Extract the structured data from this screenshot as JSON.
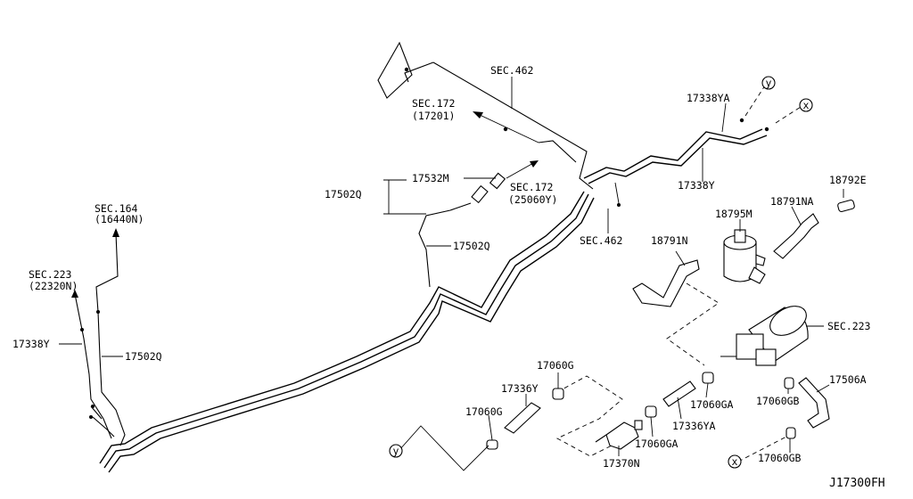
{
  "diagram_code": "J17300FH",
  "callouts": {
    "sec462_top": "SEC.462",
    "sec172_a": "SEC.172",
    "sec172_a_sub": "(17201)",
    "sec172_b": "SEC.172",
    "sec172_b_sub": "(25060Y)",
    "sec462_mid": "SEC.462",
    "sec164": "SEC.164",
    "sec164_sub": "(16440N)",
    "sec223_left": "SEC.223",
    "sec223_left_sub": "(22320N)",
    "sec223_right": "SEC.223"
  },
  "part_labels": {
    "p17338ya": "17338YA",
    "p17338y_right": "17338Y",
    "p17532m": "17532M",
    "p17502q_bracket": "17502Q",
    "p17502q_mid": "17502Q",
    "p17502q_left": "17502Q",
    "p17338y_left": "17338Y",
    "p18792e": "18792E",
    "p18791na": "18791NA",
    "p18795m": "18795M",
    "p18791n": "18791N",
    "p17060g_top": "17060G",
    "p17336y": "17336Y",
    "p17060g_left": "17060G",
    "p17370n": "17370N",
    "p17060ga_a": "17060GA",
    "p17336ya": "17336YA",
    "p17060ga_b": "17060GA",
    "p17060gb_a": "17060GB",
    "p17506a": "17506A",
    "p17060gb_b": "17060GB"
  },
  "connectors": {
    "y_top": "y",
    "x_top": "x",
    "y_bottom": "y",
    "x_bottom": "x"
  }
}
